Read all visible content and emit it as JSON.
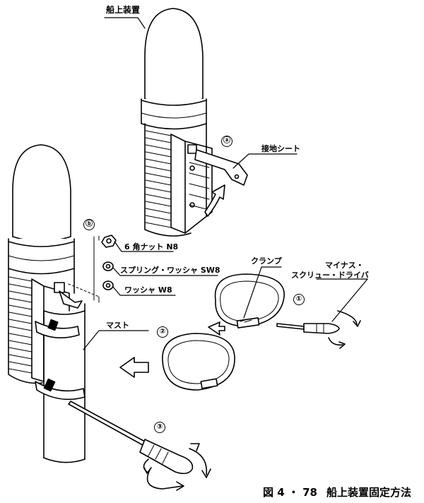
{
  "labels": {
    "shipboard_unit": "船上装置",
    "ground_sheet": "接地シート",
    "hex_nut": "6 角ナット N8",
    "spring_washer": "スプリング・ワッシャ SW8",
    "washer": "ワッシャ W8",
    "mast": "マスト",
    "clamp": "クランプ",
    "screwdriver_line1": "マイナス・",
    "screwdriver_line2": "スクリュー・ドライバ"
  },
  "markers": {
    "a": "ⓐ",
    "b": "ⓑ",
    "step1": "①",
    "step2": "②",
    "step3": "③"
  },
  "caption": {
    "figure_no": "図 4 ・ 78",
    "title": "船上装置固定方法"
  }
}
